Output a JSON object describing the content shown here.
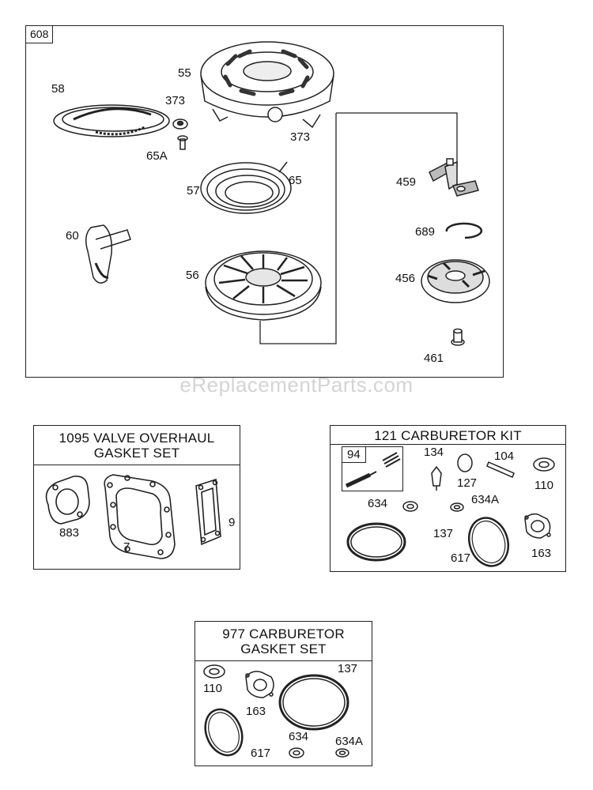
{
  "watermark": "eReplacementParts.com",
  "main_panel": {
    "tag": "608",
    "labels": {
      "p55": "55",
      "p58": "58",
      "p373a": "373",
      "p373b": "373",
      "p65a": "65A",
      "p57": "57",
      "p65": "65",
      "p60": "60",
      "p56": "56",
      "p459": "459",
      "p689": "689",
      "p456": "456",
      "p461": "461"
    }
  },
  "valve_kit": {
    "title_line1": "1095 VALVE OVERHAUL",
    "title_line2": "GASKET SET",
    "labels": {
      "p883": "883",
      "p7": "7",
      "p9": "9"
    }
  },
  "carb_kit": {
    "title": "121 CARBURETOR KIT",
    "sub_tag": "94",
    "labels": {
      "p134": "134",
      "p104": "104",
      "p127": "127",
      "p110": "110",
      "p634": "634",
      "p634a": "634A",
      "p137": "137",
      "p617": "617",
      "p163": "163"
    }
  },
  "carb_gasket": {
    "title_line1": "977 CARBURETOR",
    "title_line2": "GASKET SET",
    "labels": {
      "p110": "110",
      "p163": "163",
      "p137": "137",
      "p617": "617",
      "p634": "634",
      "p634a": "634A"
    }
  }
}
